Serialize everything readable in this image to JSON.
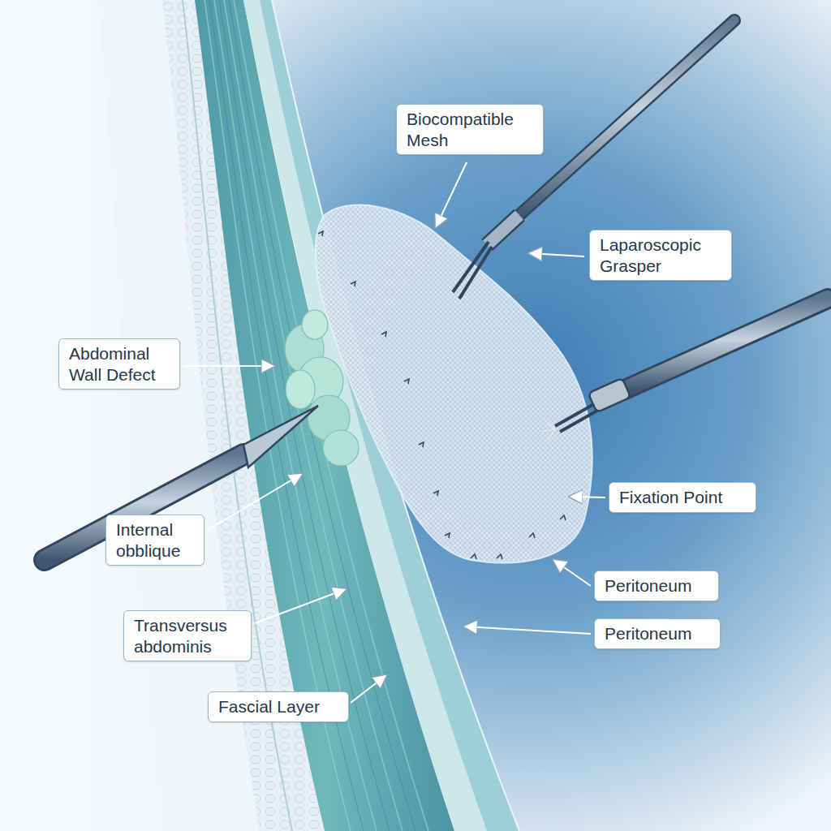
{
  "diagram": {
    "nodes": [
      {
        "text": [
          "Biocompatible Mesh"
        ]
      },
      {
        "text": [
          "Laparoscopic Grasper"
        ]
      },
      {
        "text": [
          "Abdominal Wall Defect"
        ]
      },
      {
        "text": [
          "Fixation Point"
        ]
      },
      {
        "text": [
          "Internal obblique"
        ]
      },
      {
        "text": [
          "Peritoneum"
        ]
      },
      {
        "text": [
          "Transversus abdominis"
        ]
      },
      {
        "text": [
          "Peritoneum"
        ]
      },
      {
        "text": [
          "Fascial Layer"
        ]
      }
    ]
  }
}
